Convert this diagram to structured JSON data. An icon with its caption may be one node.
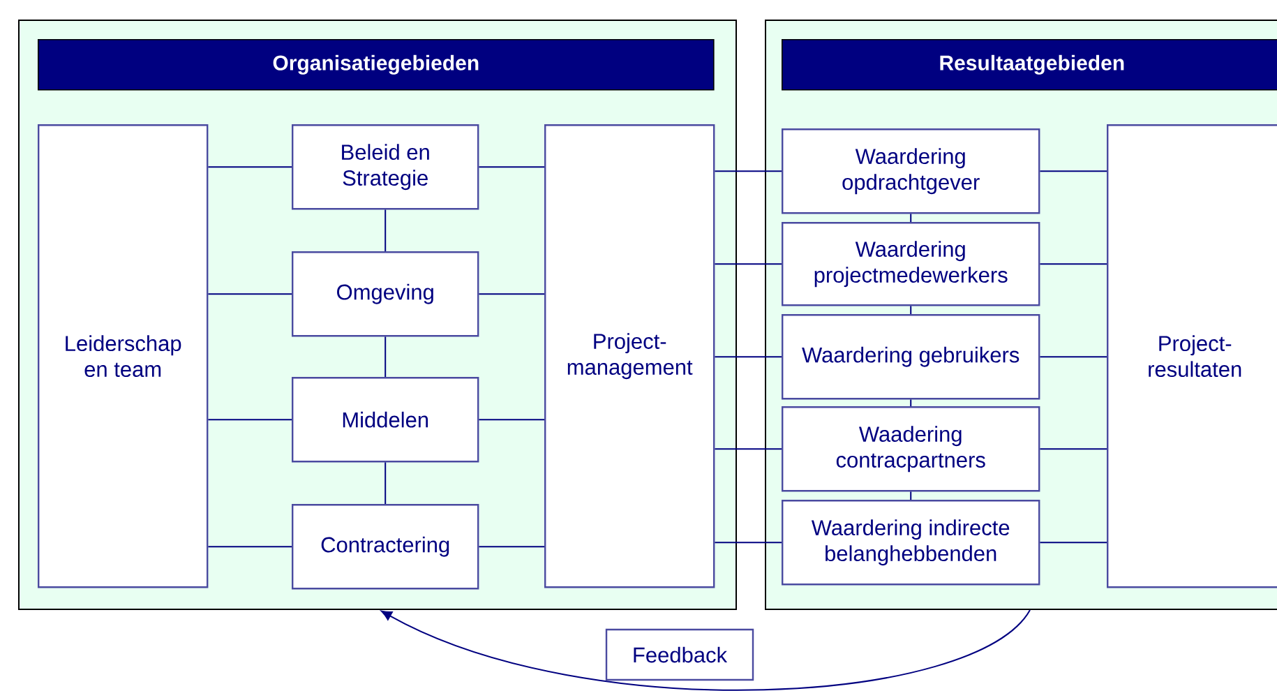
{
  "diagram": {
    "nodes": [
      {
        "text": [
          "Organisatiegebieden"
        ]
      },
      {
        "text": [
          "Leiderschap en team"
        ],
        "in": 0
      },
      {
        "text": [
          "Beleid en Strategie"
        ],
        "in": 0
      },
      {
        "text": [
          "Omgeving"
        ],
        "in": 0
      },
      {
        "text": [
          "Middelen"
        ],
        "in": 0
      },
      {
        "text": [
          "Contractering"
        ],
        "in": 0
      },
      {
        "text": [
          "Project- management"
        ],
        "in": 0
      },
      {
        "text": [
          "Resultaatgebieden"
        ]
      },
      {
        "text": [
          "Waardering opdrachtgever"
        ],
        "in": 7
      },
      {
        "text": [
          "Waardering projectmedewerkers"
        ],
        "in": 7
      },
      {
        "text": [
          "Waardering gebruikers"
        ],
        "in": 7
      },
      {
        "text": [
          "Waadering contracpartners"
        ],
        "in": 7
      },
      {
        "text": [
          "Waardering indirecte belanghebbenden"
        ],
        "in": 7
      },
      {
        "text": [
          "Project- resultaten"
        ],
        "in": 7
      }
    ],
    "edges": [
      {
        "from": 1,
        "to": 2,
        "arrow": "none"
      },
      {
        "from": 1,
        "to": 3,
        "arrow": "none"
      },
      {
        "from": 1,
        "to": 4,
        "arrow": "none"
      },
      {
        "from": 1,
        "to": 5,
        "arrow": "none"
      },
      {
        "from": 2,
        "to": 3,
        "arrow": "none"
      },
      {
        "from": 3,
        "to": 4,
        "arrow": "none"
      },
      {
        "from": 4,
        "to": 5,
        "arrow": "none"
      },
      {
        "from": 2,
        "to": 6,
        "arrow": "none"
      },
      {
        "from": 3,
        "to": 6,
        "arrow": "none"
      },
      {
        "from": 4,
        "to": 6,
        "arrow": "none"
      },
      {
        "from": 5,
        "to": 6,
        "arrow": "none"
      },
      {
        "from": 6,
        "to": 8,
        "arrow": "none"
      },
      {
        "from": 6,
        "to": 9,
        "arrow": "none"
      },
      {
        "from": 6,
        "to": 10,
        "arrow": "none"
      },
      {
        "from": 6,
        "to": 11,
        "arrow": "none"
      },
      {
        "from": 6,
        "to": 12,
        "arrow": "none"
      },
      {
        "from": 8,
        "to": 9,
        "arrow": "none"
      },
      {
        "from": 9,
        "to": 10,
        "arrow": "none"
      },
      {
        "from": 10,
        "to": 11,
        "arrow": "none"
      },
      {
        "from": 11,
        "to": 12,
        "arrow": "none"
      },
      {
        "from": 8,
        "to": 13,
        "arrow": "none"
      },
      {
        "from": 9,
        "to": 13,
        "arrow": "none"
      },
      {
        "from": 10,
        "to": 13,
        "arrow": "none"
      },
      {
        "from": 11,
        "to": 13,
        "arrow": "none"
      },
      {
        "from": 12,
        "to": 13,
        "arrow": "none"
      },
      {
        "from": 7,
        "to": 0,
        "arrow": "to",
        "label": "Feedback"
      }
    ]
  }
}
